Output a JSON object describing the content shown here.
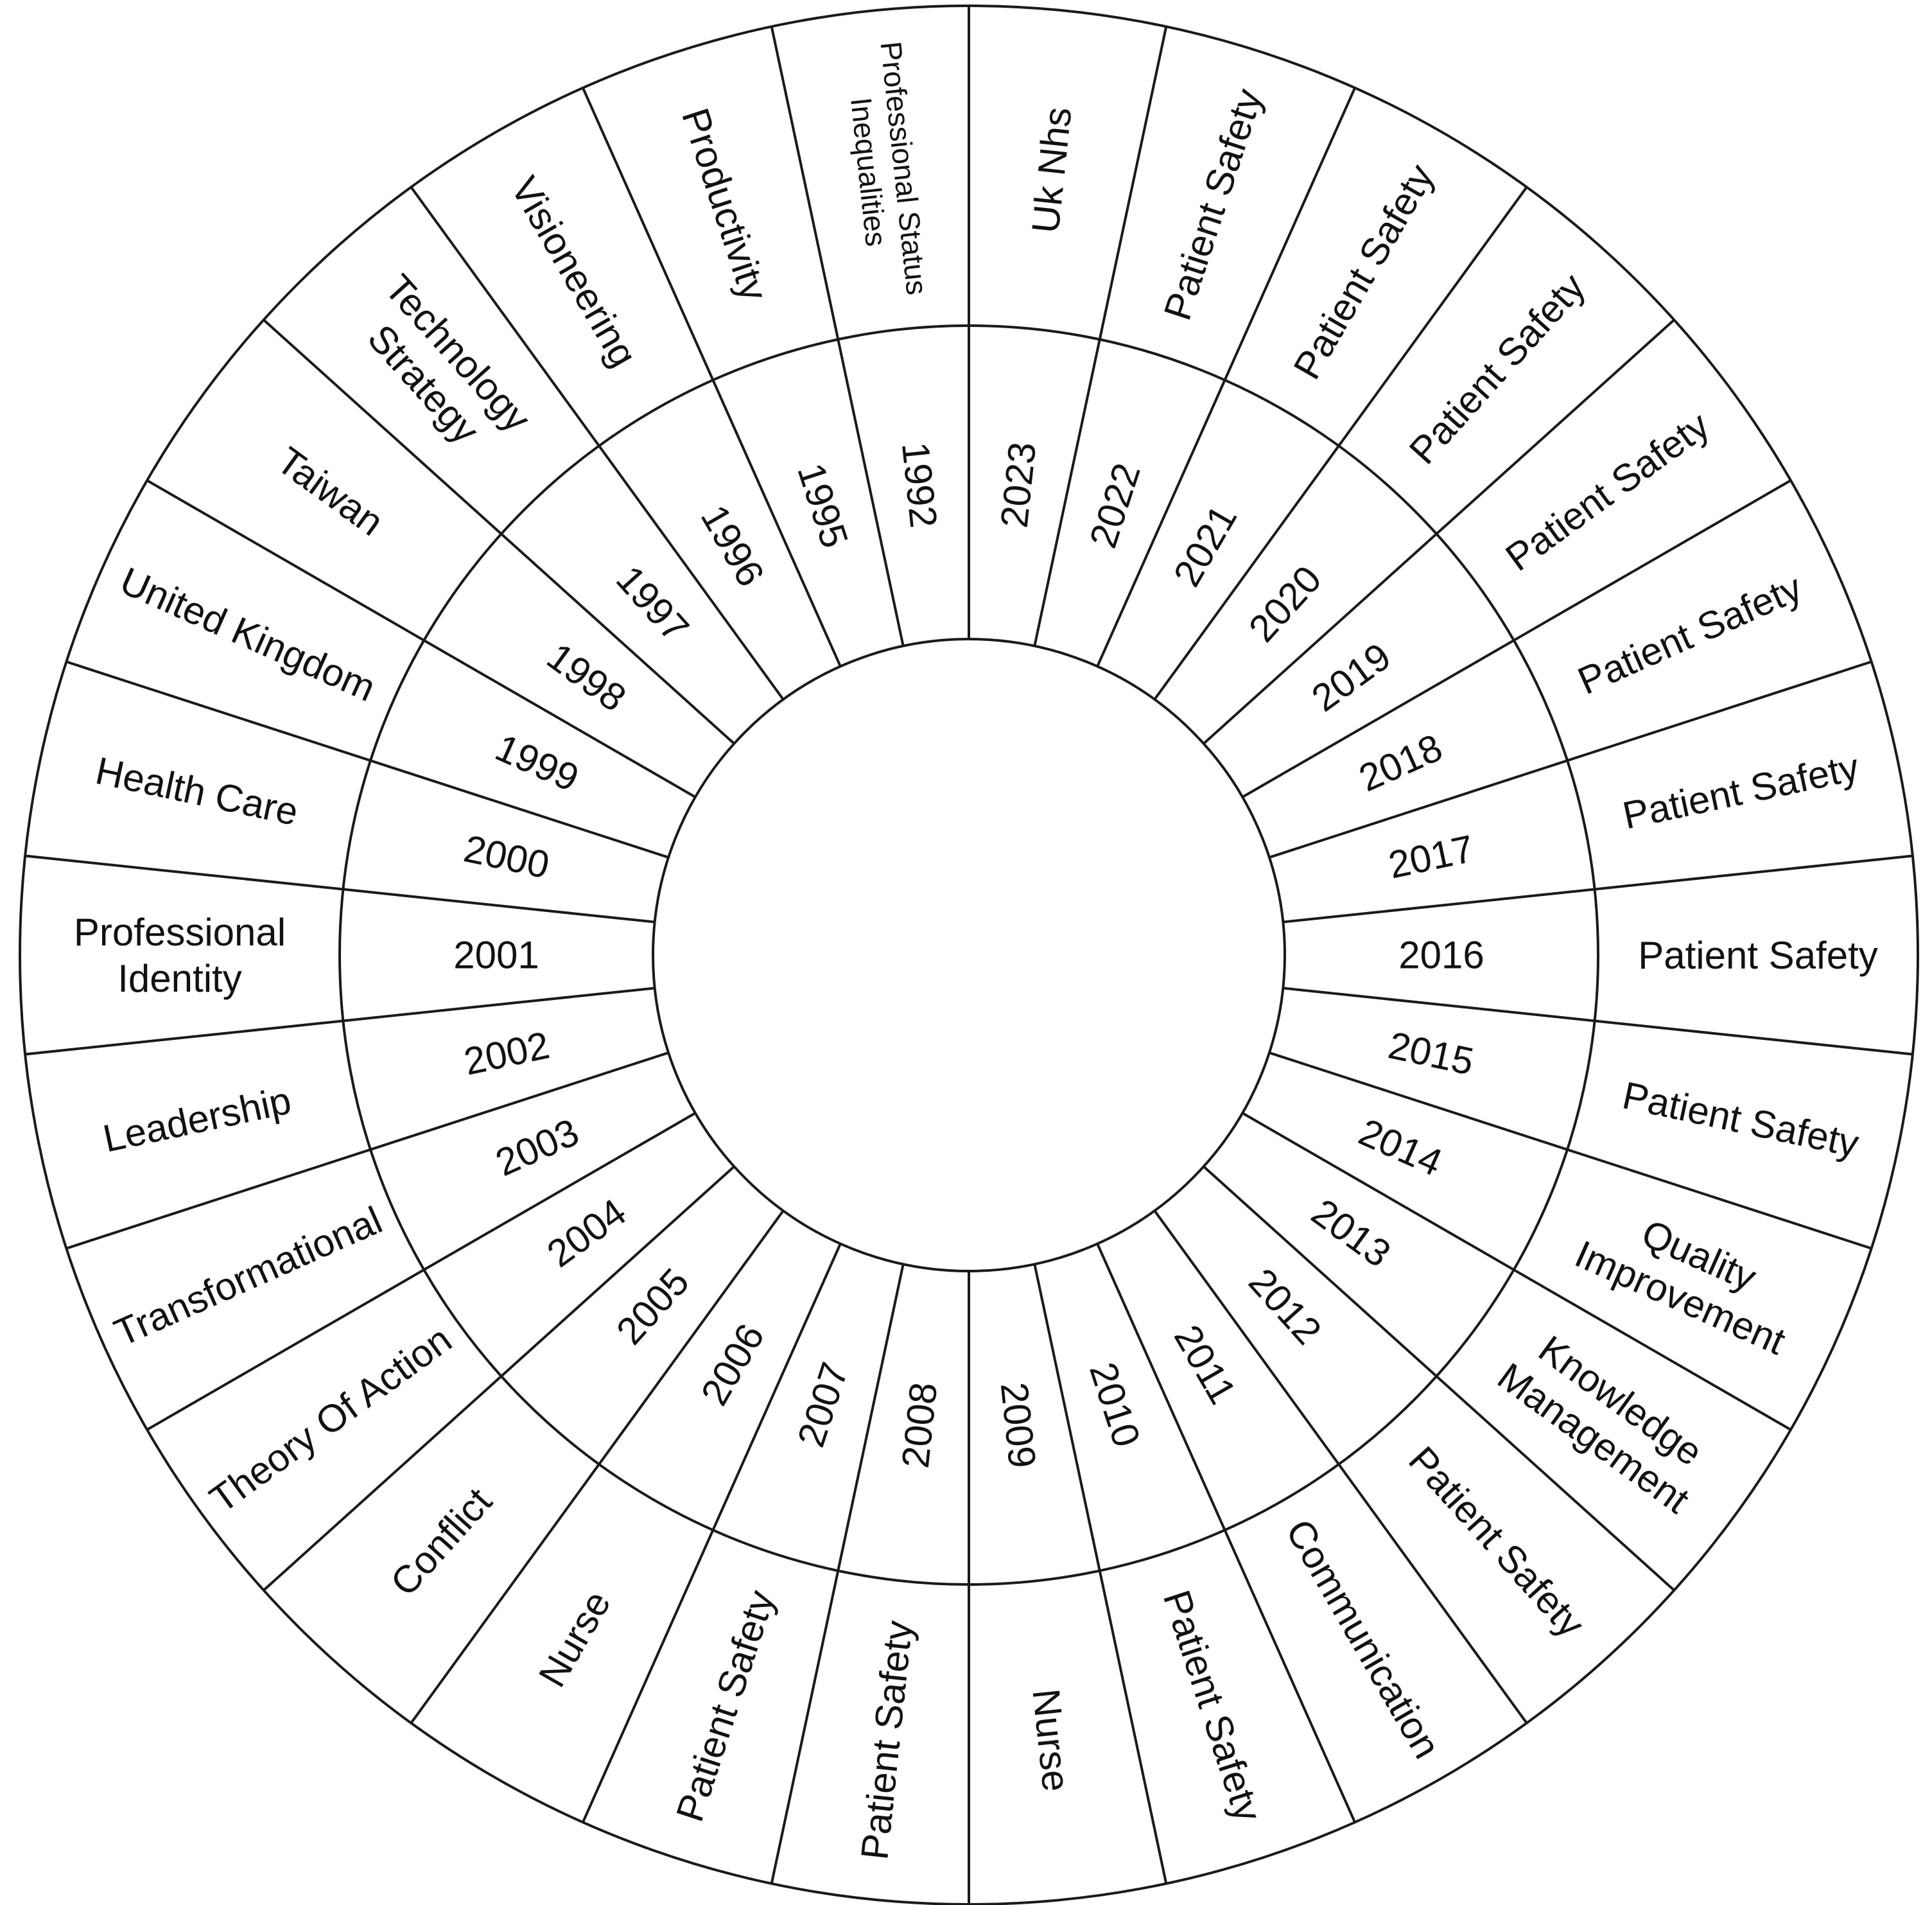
{
  "colors": {
    "background": "#ffffff",
    "line": "#1a1a1a",
    "text": "#111111"
  },
  "segments": [
    {
      "year": "2023",
      "topic": [
        "Uk Nhs"
      ]
    },
    {
      "year": "2022",
      "topic": [
        "Patient Safety"
      ]
    },
    {
      "year": "2021",
      "topic": [
        "Patient Safety"
      ]
    },
    {
      "year": "2020",
      "topic": [
        "Patient Safety"
      ]
    },
    {
      "year": "2019",
      "topic": [
        "Patient Safety"
      ]
    },
    {
      "year": "2018",
      "topic": [
        "Patient Safety"
      ]
    },
    {
      "year": "2017",
      "topic": [
        "Patient Safety"
      ]
    },
    {
      "year": "2016",
      "topic": [
        "Patient Safety"
      ]
    },
    {
      "year": "2015",
      "topic": [
        "Patient Safety"
      ]
    },
    {
      "year": "2014",
      "topic": [
        "Quality",
        "Improvement"
      ]
    },
    {
      "year": "2013",
      "topic": [
        "Knowledge",
        "Management"
      ]
    },
    {
      "year": "2012",
      "topic": [
        "Patient Safety"
      ]
    },
    {
      "year": "2011",
      "topic": [
        "Communication"
      ]
    },
    {
      "year": "2010",
      "topic": [
        "Patient Safety"
      ]
    },
    {
      "year": "2009",
      "topic": [
        "Nurse"
      ]
    },
    {
      "year": "2008",
      "topic": [
        "Patient Safety"
      ]
    },
    {
      "year": "2007",
      "topic": [
        "Patient Safety"
      ]
    },
    {
      "year": "2006",
      "topic": [
        "Nurse"
      ]
    },
    {
      "year": "2005",
      "topic": [
        "Conflict"
      ]
    },
    {
      "year": "2004",
      "topic": [
        "Theory Of Action"
      ]
    },
    {
      "year": "2003",
      "topic": [
        "Transformational"
      ]
    },
    {
      "year": "2002",
      "topic": [
        "Leadership"
      ]
    },
    {
      "year": "2001",
      "topic": [
        "Professional",
        "Identity"
      ]
    },
    {
      "year": "2000",
      "topic": [
        "Health Care"
      ]
    },
    {
      "year": "1999",
      "topic": [
        "United Kingdom"
      ]
    },
    {
      "year": "1998",
      "topic": [
        "Taiwan"
      ]
    },
    {
      "year": "1997",
      "topic": [
        "Technology",
        "Strategy"
      ]
    },
    {
      "year": "1996",
      "topic": [
        "Visioneering"
      ]
    },
    {
      "year": "1995",
      "topic": [
        "Productivity"
      ]
    },
    {
      "year": "1992",
      "topic": [
        "Professional Status",
        "Inequalities"
      ]
    }
  ]
}
